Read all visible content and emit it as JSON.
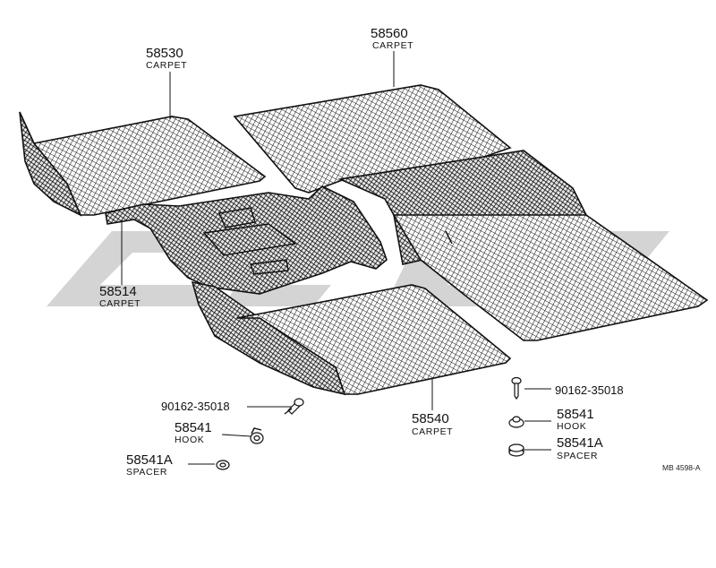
{
  "callouts": {
    "carpet_58530": {
      "number": "58530",
      "name": "CARPET"
    },
    "carpet_58560": {
      "number": "58560",
      "name": "CARPET"
    },
    "carpet_58514": {
      "number": "58514",
      "name": "CARPET"
    },
    "carpet_58540": {
      "number": "58540",
      "name": "CARPET"
    },
    "screw_left": {
      "number": "90162-35018"
    },
    "hook_left": {
      "number": "58541",
      "name": "HOOK"
    },
    "spacer_left": {
      "number": "58541A",
      "name": "SPACER"
    },
    "screw_right": {
      "number": "90162-35018"
    },
    "hook_right": {
      "number": "58541",
      "name": "HOOK"
    },
    "spacer_right": {
      "number": "58541A",
      "name": "SPACER"
    }
  },
  "reference_code": "MB 4598-A",
  "colors": {
    "line": "#111111",
    "watermark": "#d4d4d4",
    "background": "#ffffff"
  }
}
